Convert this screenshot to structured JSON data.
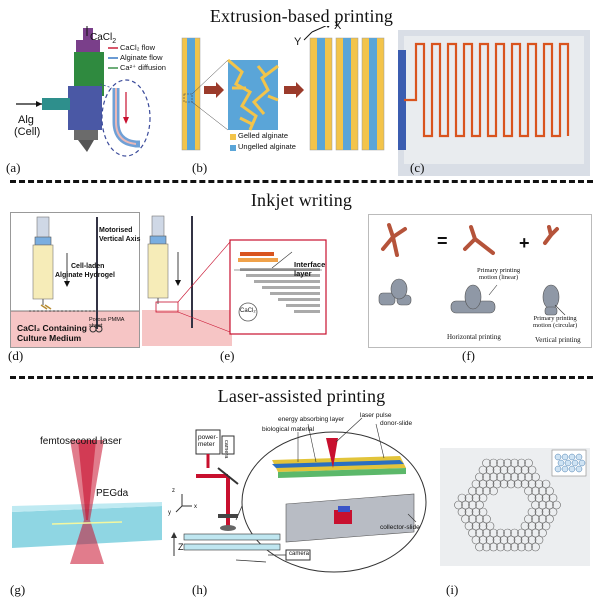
{
  "sections": {
    "extrusion": {
      "title": "Extrusion-based printing",
      "a": {
        "label": "(a)",
        "cacl2": "CaCl",
        "cacl2_sub": "2",
        "alg": "Alg",
        "cell": "(Cell)",
        "legend": {
          "cacl2_flow": "CaCl₂ flow",
          "alginate_flow": "Alginate flow",
          "ca_diffusion": "Ca²⁺ diffusion"
        }
      },
      "b": {
        "label": "(b)",
        "axis_x": "X",
        "axis_y": "Y",
        "legend": {
          "gelled": "Gelled alginate",
          "ungelled": "Ungelled alginate"
        }
      },
      "c": {
        "label": "(c)"
      }
    },
    "inkjet": {
      "title": "Inkjet writing",
      "d": {
        "label": "(d)",
        "motorised": "Motorised",
        "vertical_axis": "Vertical Axis",
        "cell_laden": "Cell-laden",
        "alginate_hydrogel": "Alginate Hydrogel",
        "medium_line1": "CaCl₂ Containing",
        "medium_line2": "Culture Medium",
        "porous_sheet_1": "Porous PMMA",
        "porous_sheet_2": "sheet"
      },
      "e": {
        "label": "(e)",
        "interface_1": "Interface",
        "interface_2": "layer",
        "cacl2": "CaCl₂"
      },
      "f": {
        "label": "(f)",
        "equals": "=",
        "plus": "+",
        "primary_linear_1": "Primary printing",
        "primary_linear_2": "motion (linear)",
        "primary_circular_1": "Primary printing",
        "primary_circular_2": "motion (circular)",
        "horizontal": "Horizontal printing",
        "vertical": "Vertical printing"
      }
    },
    "laser": {
      "title": "Laser-assisted printing",
      "g": {
        "label": "(g)",
        "laser": "femtosecond laser",
        "material": "PEGda"
      },
      "h": {
        "label": "(h)",
        "energy_layer": "energy absorbing layer",
        "laser_pulse": "laser pulse",
        "bio_material": "biological material",
        "donor_slide": "donor-slide",
        "power_meter_1": "power-",
        "power_meter_2": "meter",
        "camera": "camera",
        "collector_slide": "collector-slide",
        "axis_z": "z",
        "axis_y": "y",
        "axis_x": "x",
        "z_arrow": "Z"
      },
      "i": {
        "label": "(i)"
      }
    }
  },
  "colors": {
    "red": "#c8102e",
    "orange": "#d9541e",
    "yellow": "#f3c44a",
    "blue": "#5aa5d8",
    "pink": "#f6c5c5",
    "gray": "#8f98a6"
  }
}
